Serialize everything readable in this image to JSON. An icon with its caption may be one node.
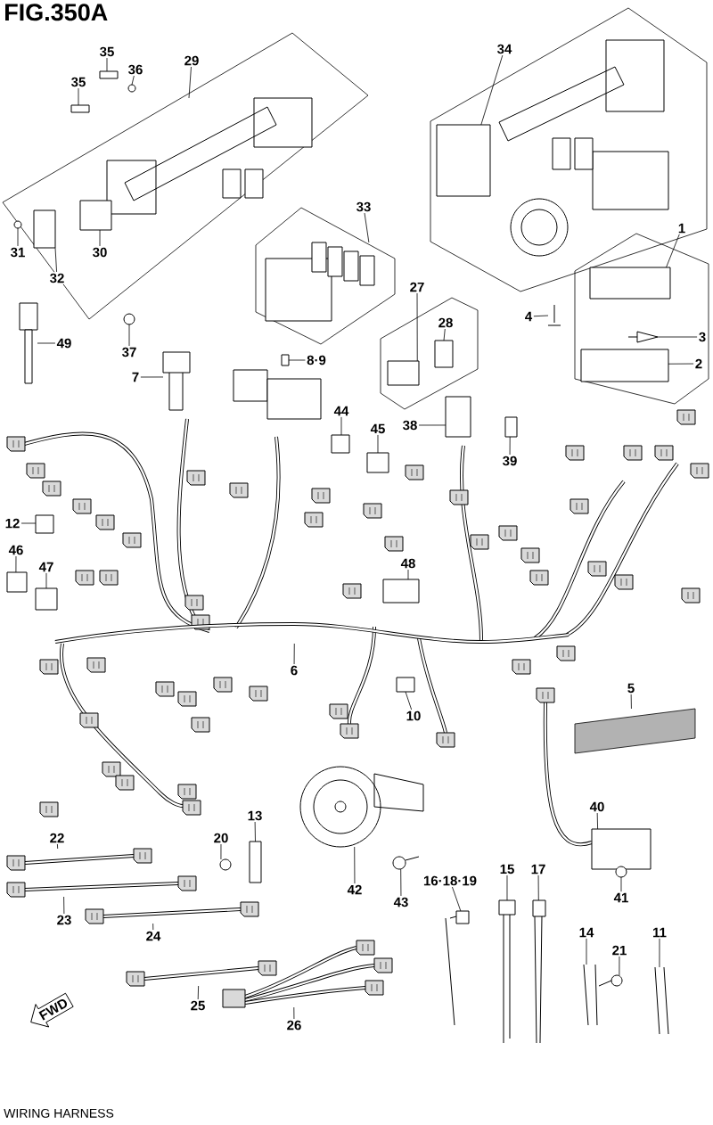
{
  "diagram": {
    "title": "FIG.350A",
    "caption": "WIRING HARNESS",
    "nodes": [
      {
        "text": [
          "35"
        ]
      },
      {
        "text": [
          "36"
        ]
      },
      {
        "text": [
          "29"
        ]
      },
      {
        "text": [
          "34"
        ]
      },
      {
        "text": [
          "35"
        ]
      },
      {
        "text": [
          "33"
        ]
      },
      {
        "text": [
          "1"
        ]
      },
      {
        "text": [
          "31"
        ]
      },
      {
        "text": [
          "30"
        ]
      },
      {
        "text": [
          "32"
        ]
      },
      {
        "text": [
          "27"
        ]
      },
      {
        "text": [
          "4"
        ]
      },
      {
        "text": [
          "49"
        ]
      },
      {
        "text": [
          "28"
        ]
      },
      {
        "text": [
          "3"
        ]
      },
      {
        "text": [
          "37"
        ]
      },
      {
        "text": [
          "8·9"
        ]
      },
      {
        "text": [
          "2"
        ]
      },
      {
        "text": [
          "7"
        ]
      },
      {
        "text": [
          "44"
        ]
      },
      {
        "text": [
          "38"
        ]
      },
      {
        "text": [
          "45"
        ]
      },
      {
        "text": [
          "39"
        ]
      },
      {
        "text": [
          "12"
        ]
      },
      {
        "text": [
          "46"
        ]
      },
      {
        "text": [
          "47"
        ]
      },
      {
        "text": [
          "48"
        ]
      },
      {
        "text": [
          "6"
        ]
      },
      {
        "text": [
          "5"
        ]
      },
      {
        "text": [
          "10"
        ]
      },
      {
        "text": [
          "40"
        ]
      },
      {
        "text": [
          "13"
        ]
      },
      {
        "text": [
          "20"
        ]
      },
      {
        "text": [
          "22"
        ]
      },
      {
        "text": [
          "16·18·19"
        ]
      },
      {
        "text": [
          "15"
        ]
      },
      {
        "text": [
          "17"
        ]
      },
      {
        "text": [
          "42"
        ]
      },
      {
        "text": [
          "41"
        ]
      },
      {
        "text": [
          "43"
        ]
      },
      {
        "text": [
          "23"
        ]
      },
      {
        "text": [
          "24"
        ]
      },
      {
        "text": [
          "14"
        ]
      },
      {
        "text": [
          "11"
        ]
      },
      {
        "text": [
          "21"
        ]
      },
      {
        "text": [
          "25"
        ]
      },
      {
        "text": [
          "26"
        ]
      },
      {
        "text": [
          "FWD"
        ]
      },
      {
        "text": [],
        "shape": "box"
      },
      {
        "text": [],
        "shape": "circle"
      },
      {
        "text": [],
        "shape": "picture"
      },
      {
        "text": [],
        "shape": "box"
      },
      {
        "text": [],
        "shape": "box"
      },
      {
        "text": [],
        "shape": "picture"
      },
      {
        "text": [],
        "shape": "box"
      },
      {
        "text": [],
        "shape": "circle"
      },
      {
        "text": [],
        "shape": "box"
      },
      {
        "text": [],
        "shape": "box"
      },
      {
        "text": [],
        "shape": "box"
      },
      {
        "text": [],
        "shape": "picture"
      },
      {
        "text": [],
        "shape": "picture"
      },
      {
        "text": [],
        "shape": "box"
      },
      {
        "text": [],
        "shape": "picture"
      },
      {
        "text": [],
        "shape": "circle"
      },
      {
        "text": [],
        "shape": "box"
      },
      {
        "text": [],
        "shape": "box"
      },
      {
        "text": [],
        "shape": "picture"
      },
      {
        "text": [],
        "shape": "box"
      },
      {
        "text": [],
        "shape": "box"
      },
      {
        "text": [],
        "shape": "box"
      },
      {
        "text": [],
        "shape": "box"
      },
      {
        "text": [],
        "shape": "box"
      },
      {
        "text": [],
        "shape": "box"
      },
      {
        "text": [],
        "shape": "box"
      },
      {
        "text": [],
        "shape": "box"
      },
      {
        "text": [],
        "shape": "picture"
      },
      {
        "text": [],
        "shape": "bar"
      },
      {
        "text": [],
        "shape": "box"
      },
      {
        "text": [],
        "shape": "box"
      },
      {
        "text": [],
        "shape": "box"
      },
      {
        "text": [],
        "shape": "circle"
      },
      {
        "text": [],
        "shape": "picture"
      },
      {
        "text": [],
        "shape": "picture"
      },
      {
        "text": [],
        "shape": "picture"
      },
      {
        "text": [],
        "shape": "picture"
      },
      {
        "text": [],
        "shape": "picture"
      },
      {
        "text": [],
        "shape": "circle"
      },
      {
        "text": [],
        "shape": "picture"
      },
      {
        "text": [],
        "shape": "picture"
      },
      {
        "text": [],
        "shape": "picture"
      },
      {
        "text": [],
        "shape": "picture"
      },
      {
        "text": [],
        "shape": "picture"
      },
      {
        "text": [],
        "shape": "picture"
      },
      {
        "text": [],
        "shape": "picture"
      },
      {
        "text": [],
        "shape": "picture"
      }
    ],
    "edges": [
      {
        "from": 0,
        "to": 48,
        "arrow": "none"
      },
      {
        "from": 1,
        "to": 49,
        "arrow": "none"
      },
      {
        "from": 2,
        "to": 50,
        "arrow": "none"
      },
      {
        "from": 3,
        "to": 51,
        "arrow": "none"
      },
      {
        "from": 4,
        "to": 52,
        "arrow": "none"
      },
      {
        "from": 5,
        "to": 53,
        "arrow": "none"
      },
      {
        "from": 6,
        "to": 54,
        "arrow": "none"
      },
      {
        "from": 7,
        "to": 55,
        "arrow": "none"
      },
      {
        "from": 8,
        "to": 56,
        "arrow": "none"
      },
      {
        "from": 9,
        "to": 57,
        "arrow": "none"
      },
      {
        "from": 10,
        "to": 58,
        "arrow": "none"
      },
      {
        "from": 11,
        "to": 59,
        "arrow": "none"
      },
      {
        "from": 12,
        "to": 60,
        "arrow": "none"
      },
      {
        "from": 13,
        "to": 61,
        "arrow": "none"
      },
      {
        "from": 14,
        "to": 62,
        "arrow": "none"
      },
      {
        "from": 15,
        "to": 63,
        "arrow": "none"
      },
      {
        "from": 16,
        "to": 64,
        "arrow": "none"
      },
      {
        "from": 17,
        "to": 65,
        "arrow": "none"
      },
      {
        "from": 18,
        "to": 66,
        "arrow": "none"
      },
      {
        "from": 19,
        "to": 67,
        "arrow": "none"
      },
      {
        "from": 20,
        "to": 68,
        "arrow": "none"
      },
      {
        "from": 21,
        "to": 69,
        "arrow": "none"
      },
      {
        "from": 22,
        "to": 70,
        "arrow": "none"
      },
      {
        "from": 23,
        "to": 71,
        "arrow": "none"
      },
      {
        "from": 24,
        "to": 72,
        "arrow": "none"
      },
      {
        "from": 25,
        "to": 73,
        "arrow": "none"
      },
      {
        "from": 26,
        "to": 74,
        "arrow": "none"
      },
      {
        "from": 27,
        "to": 75,
        "arrow": "none"
      },
      {
        "from": 28,
        "to": 76,
        "arrow": "none"
      },
      {
        "from": 29,
        "to": 77,
        "arrow": "none"
      },
      {
        "from": 30,
        "to": 78,
        "arrow": "none"
      },
      {
        "from": 31,
        "to": 79,
        "arrow": "none"
      },
      {
        "from": 32,
        "to": 80,
        "arrow": "none"
      },
      {
        "from": 33,
        "to": 81,
        "arrow": "none"
      },
      {
        "from": 34,
        "to": 82,
        "arrow": "none"
      },
      {
        "from": 35,
        "to": 83,
        "arrow": "none"
      },
      {
        "from": 36,
        "to": 84,
        "arrow": "none"
      },
      {
        "from": 37,
        "to": 85,
        "arrow": "none"
      },
      {
        "from": 38,
        "to": 86,
        "arrow": "none"
      },
      {
        "from": 39,
        "to": 87,
        "arrow": "none"
      },
      {
        "from": 40,
        "to": 88,
        "arrow": "none"
      },
      {
        "from": 41,
        "to": 89,
        "arrow": "none"
      },
      {
        "from": 42,
        "to": 90,
        "arrow": "none"
      },
      {
        "from": 43,
        "to": 91,
        "arrow": "none"
      },
      {
        "from": 44,
        "to": 92,
        "arrow": "none"
      },
      {
        "from": 45,
        "to": 93,
        "arrow": "none"
      },
      {
        "from": 46,
        "to": 94,
        "arrow": "none"
      }
    ]
  }
}
